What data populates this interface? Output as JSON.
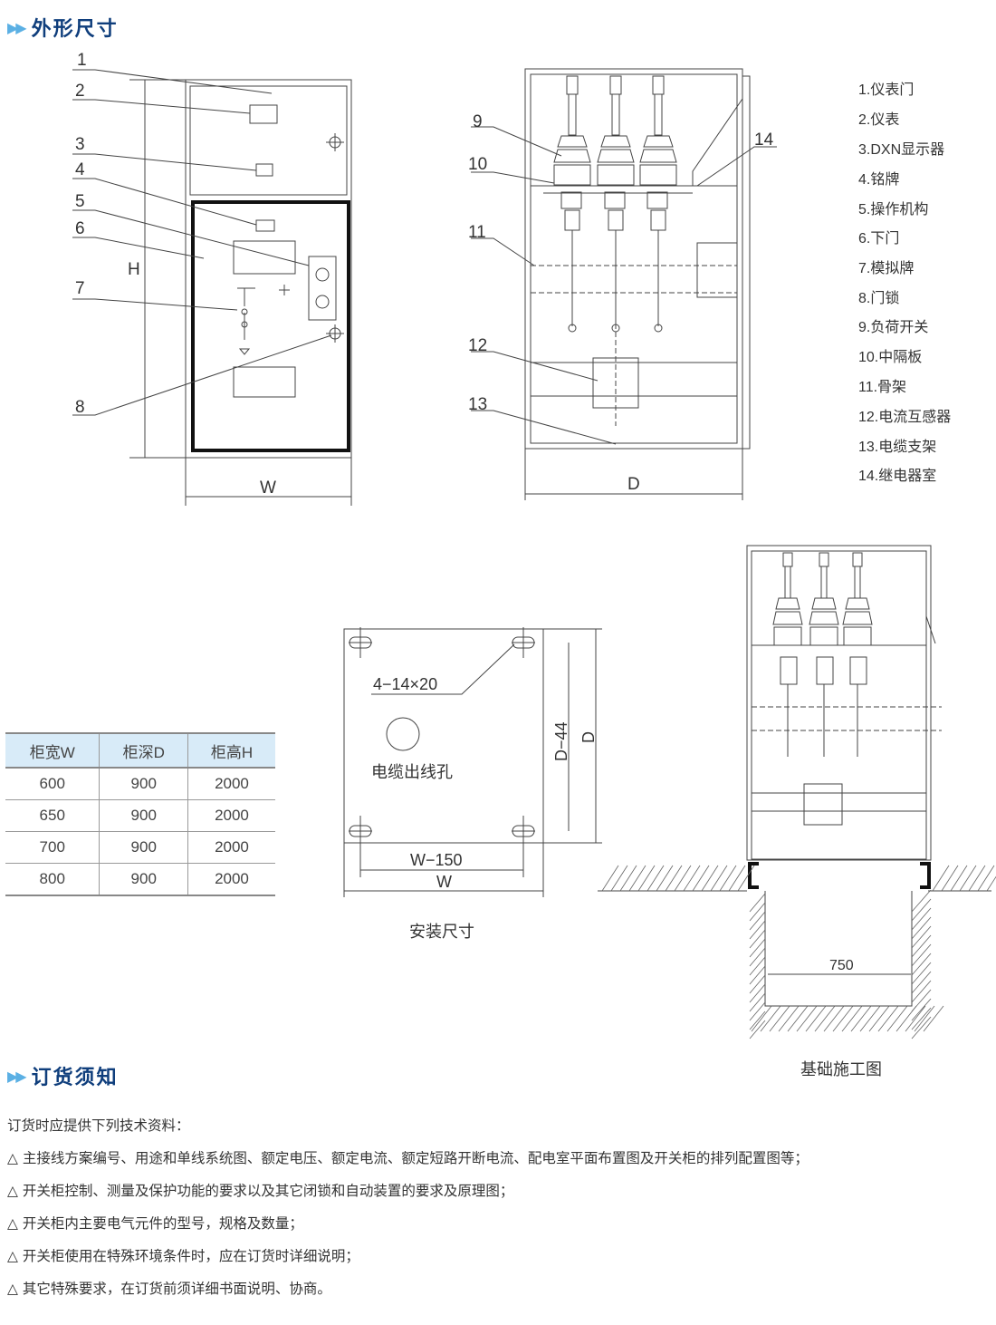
{
  "sections": {
    "dimensions": "外形尺寸",
    "ordering": "订货须知"
  },
  "front_view": {
    "callouts": [
      "1",
      "2",
      "3",
      "4",
      "5",
      "6",
      "7",
      "8"
    ],
    "height_label": "H",
    "width_label": "W"
  },
  "side_view": {
    "callouts": [
      "9",
      "10",
      "11",
      "12",
      "13",
      "14"
    ],
    "depth_label": "D"
  },
  "legend": [
    "1.仪表门",
    "2.仪表",
    "3.DXN显示器",
    "4.铭牌",
    "5.操作机构",
    "6.下门",
    "7.模拟牌",
    "8.门锁",
    "9.负荷开关",
    "10.中隔板",
    "11.骨架",
    "12.电流互感器",
    "13.电缆支架",
    "14.继电器室"
  ],
  "spec_table": {
    "headers": [
      "柜宽W",
      "柜深D",
      "柜高H"
    ],
    "rows": [
      [
        "600",
        "900",
        "2000"
      ],
      [
        "650",
        "900",
        "2000"
      ],
      [
        "700",
        "900",
        "2000"
      ],
      [
        "800",
        "900",
        "2000"
      ]
    ]
  },
  "install": {
    "holes": "4−14×20",
    "cable_hole": "电缆出线孔",
    "d_minus": "D−44",
    "d": "D",
    "w_minus": "W−150",
    "w": "W",
    "caption": "安装尺寸"
  },
  "foundation": {
    "width": "750",
    "caption": "基础施工图"
  },
  "ordering": {
    "intro": "订货时应提供下列技术资料：",
    "items": [
      "△ 主接线方案编号、用途和单线系统图、额定电压、额定电流、额定短路开断电流、配电室平面布置图及开关柜的排列配置图等；",
      "△ 开关柜控制、测量及保护功能的要求以及其它闭锁和自动装置的要求及原理图；",
      "△ 开关柜内主要电气元件的型号，规格及数量；",
      "△ 开关柜使用在特殊环境条件时，应在订货时详细说明；",
      "△ 其它特殊要求，在订货前须详细书面说明、协商。"
    ]
  }
}
